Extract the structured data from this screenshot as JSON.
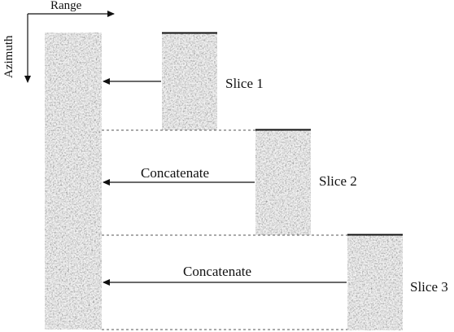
{
  "axes": {
    "range_label": "Range",
    "azimuth_label": "Azimuth"
  },
  "slices": [
    {
      "label": "Slice 1"
    },
    {
      "label": "Slice 2"
    },
    {
      "label": "Slice 3"
    }
  ],
  "arrows": {
    "concat_label_2": "Concatenate",
    "concat_label_3": "Concatenate"
  },
  "colors": {
    "image_dark": "#2b2b2b",
    "image_light": "#9a9a9a",
    "line": "#111111",
    "dashed": "#555555"
  }
}
